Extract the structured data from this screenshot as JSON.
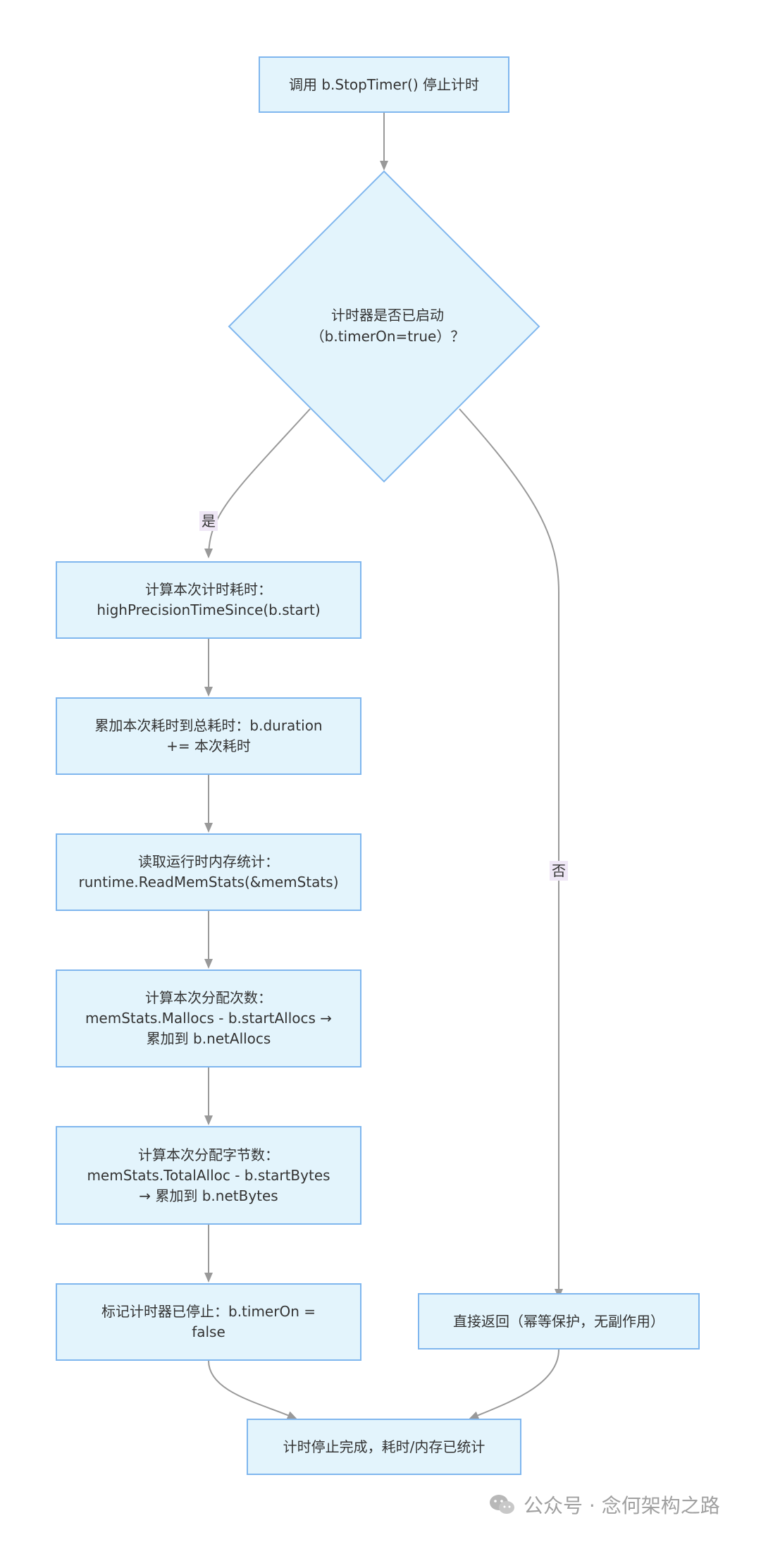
{
  "flow": {
    "start": "调用 b.StopTimer() 停止计时",
    "decision": {
      "line1": "计时器是否已启动",
      "line2": "（b.timerOn=true）？"
    },
    "edge_yes": "是",
    "edge_no": "否",
    "step1": {
      "line1": "计算本次计时耗时：",
      "line2": "highPrecisionTimeSince(b.start)"
    },
    "step2": {
      "line1": "累加本次耗时到总耗时：b.duration",
      "line2": "+= 本次耗时"
    },
    "step3": {
      "line1": "读取运行时内存统计：",
      "line2": "runtime.ReadMemStats(&memStats)"
    },
    "step4": {
      "line1": "计算本次分配次数：",
      "line2": "memStats.Mallocs - b.startAllocs →",
      "line3": "累加到 b.netAllocs"
    },
    "step5": {
      "line1": "计算本次分配字节数：",
      "line2": "memStats.TotalAlloc - b.startBytes",
      "line3": "→ 累加到 b.netBytes"
    },
    "step6": {
      "line1": "标记计时器已停止：b.timerOn =",
      "line2": "false"
    },
    "no_branch": "直接返回（幂等保护，无副作用）",
    "end": "计时停止完成，耗时/内存已统计"
  },
  "watermark": {
    "icon": "wechat-icon",
    "text": "公众号 · 念何架构之路"
  },
  "colors": {
    "node_fill": "#e3f4fc",
    "node_border": "#7fb6ee",
    "edge": "#999999",
    "label_bg": "#efe7f6"
  }
}
